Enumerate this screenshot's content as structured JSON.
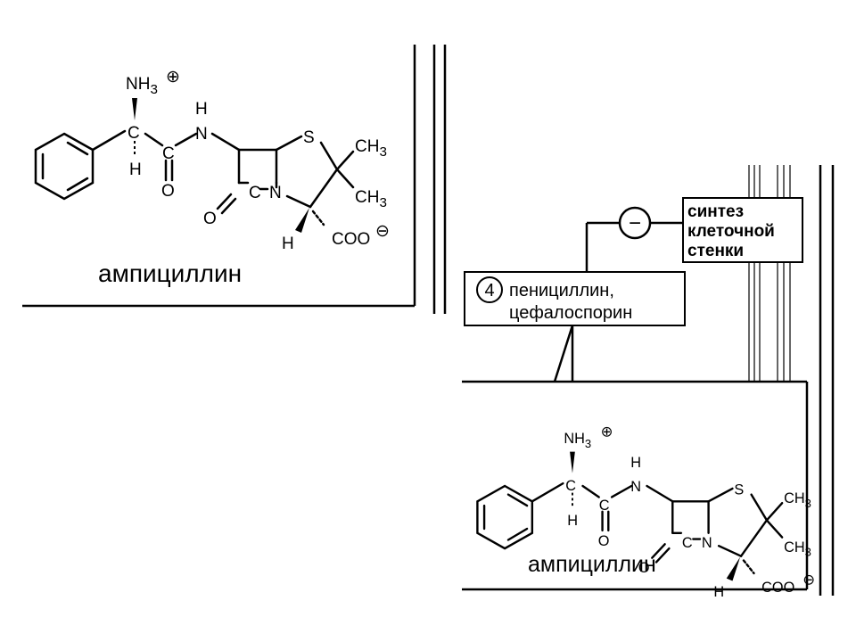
{
  "molecule_top": {
    "caption": "ампициллин",
    "atoms": {
      "nh3": "NH3",
      "plus": "⊕",
      "h_amide": "H",
      "n_amide": "N",
      "c_alpha": "C",
      "h_alpha": "H",
      "c_carbonyl": "C",
      "o_carbonyl": "O",
      "s": "S",
      "ch3_a": "CH3",
      "ch3_b": "CH3",
      "n_ring": "N",
      "c_lactam": "C",
      "o_lactam": "O",
      "h_ring": "H",
      "coo": "COO",
      "minus": "⊖"
    }
  },
  "molecule_bottom": {
    "caption": "ампициллин",
    "atoms": {
      "nh3": "NH3",
      "plus": "⊕",
      "h_amide": "H",
      "n_amide": "N",
      "c_alpha": "C",
      "h_alpha": "H",
      "c_carbonyl": "C",
      "o_carbonyl": "O",
      "s": "S",
      "ch3_a": "CH3",
      "ch3_b": "CH3",
      "n_ring": "N",
      "c_lactam": "C",
      "o_lactam": "O",
      "h_ring": "H",
      "coo": "COO",
      "minus": "⊖"
    }
  },
  "drug_box": {
    "number": "4",
    "line1": "пенициллин,",
    "line2": "цефалоспорин"
  },
  "target_box": {
    "line1": "синтез",
    "line2": "клеточной",
    "line3": "стенки"
  },
  "inhibition_symbol": "−"
}
